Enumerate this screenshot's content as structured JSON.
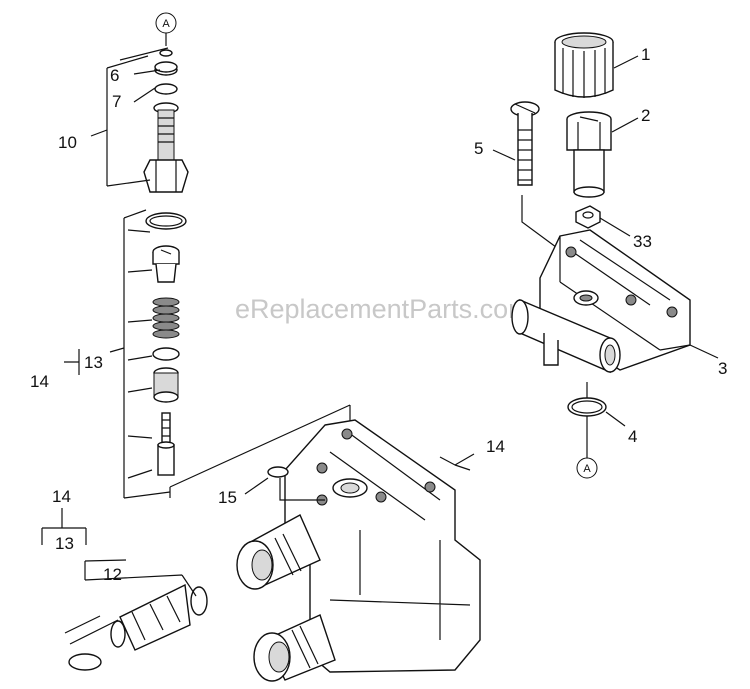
{
  "watermark": "eReplacementParts.com",
  "callouts": {
    "n1": "1",
    "n2": "2",
    "n3": "3",
    "n4": "4",
    "n5": "5",
    "n6": "6",
    "n7": "7",
    "n10": "10",
    "n12": "12",
    "n13a": "13",
    "n13b": "13",
    "n14a": "14",
    "n14b": "14",
    "n14c": "14",
    "n15": "15",
    "n33": "33"
  },
  "refs": {
    "a_top": "A",
    "a_right": "A"
  }
}
